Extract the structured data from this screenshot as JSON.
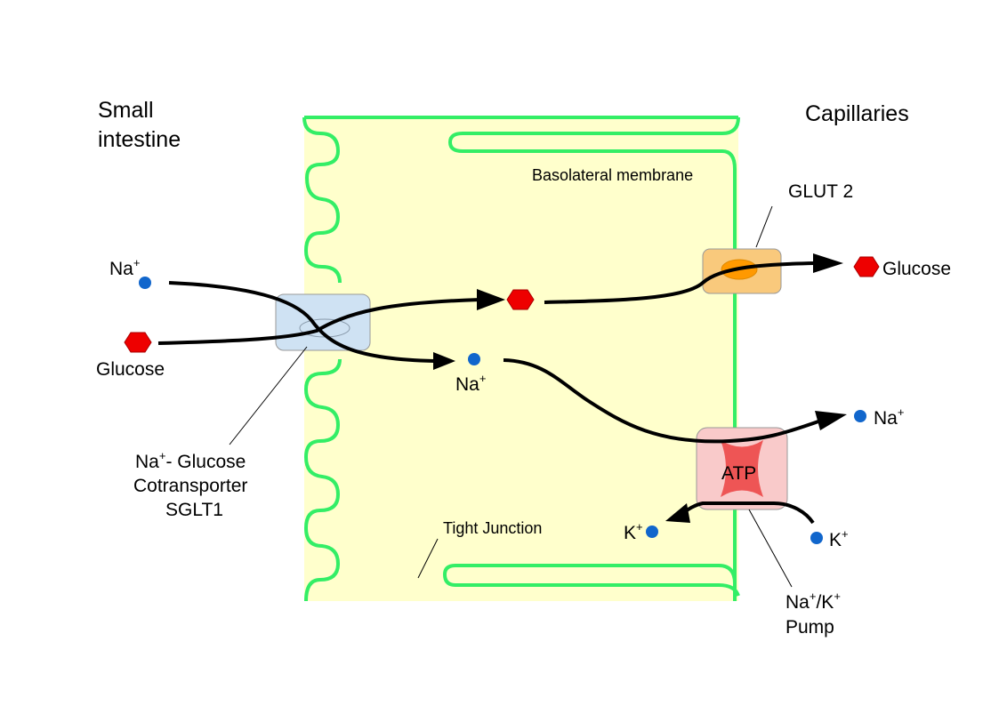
{
  "labels": {
    "small_intestine_line1": "Small",
    "small_intestine_line2": "intestine",
    "capillaries": "Capillaries",
    "basolateral_membrane": "Basolateral membrane",
    "glut2": "GLUT 2",
    "tight_junction": "Tight Junction",
    "na_symbol": "Na",
    "k_symbol": "K",
    "plus": "+",
    "glucose": "Glucose",
    "atp": "ATP",
    "sglt1_line1_suffix": "- Glucose",
    "sglt1_line2": "Cotransporter",
    "sglt1_line3": "SGLT1",
    "pump_line1_sep": "/",
    "pump_line2": "Pump"
  },
  "colors": {
    "cytoplasm": "#ffffcc",
    "membrane": "#33ee66",
    "sodium": "#1166cc",
    "glucose": "#ee0000",
    "sglt1_box": "#cfe2f3",
    "glut2_box": "#f9c97c",
    "glut2_channel": "#ff9900",
    "pump_box": "#f9caca",
    "atp_star": "#ee5555"
  },
  "icons": {
    "sodium": "blue-dot",
    "potassium": "blue-dot",
    "glucose": "red-hexagon",
    "atp": "red-star"
  }
}
